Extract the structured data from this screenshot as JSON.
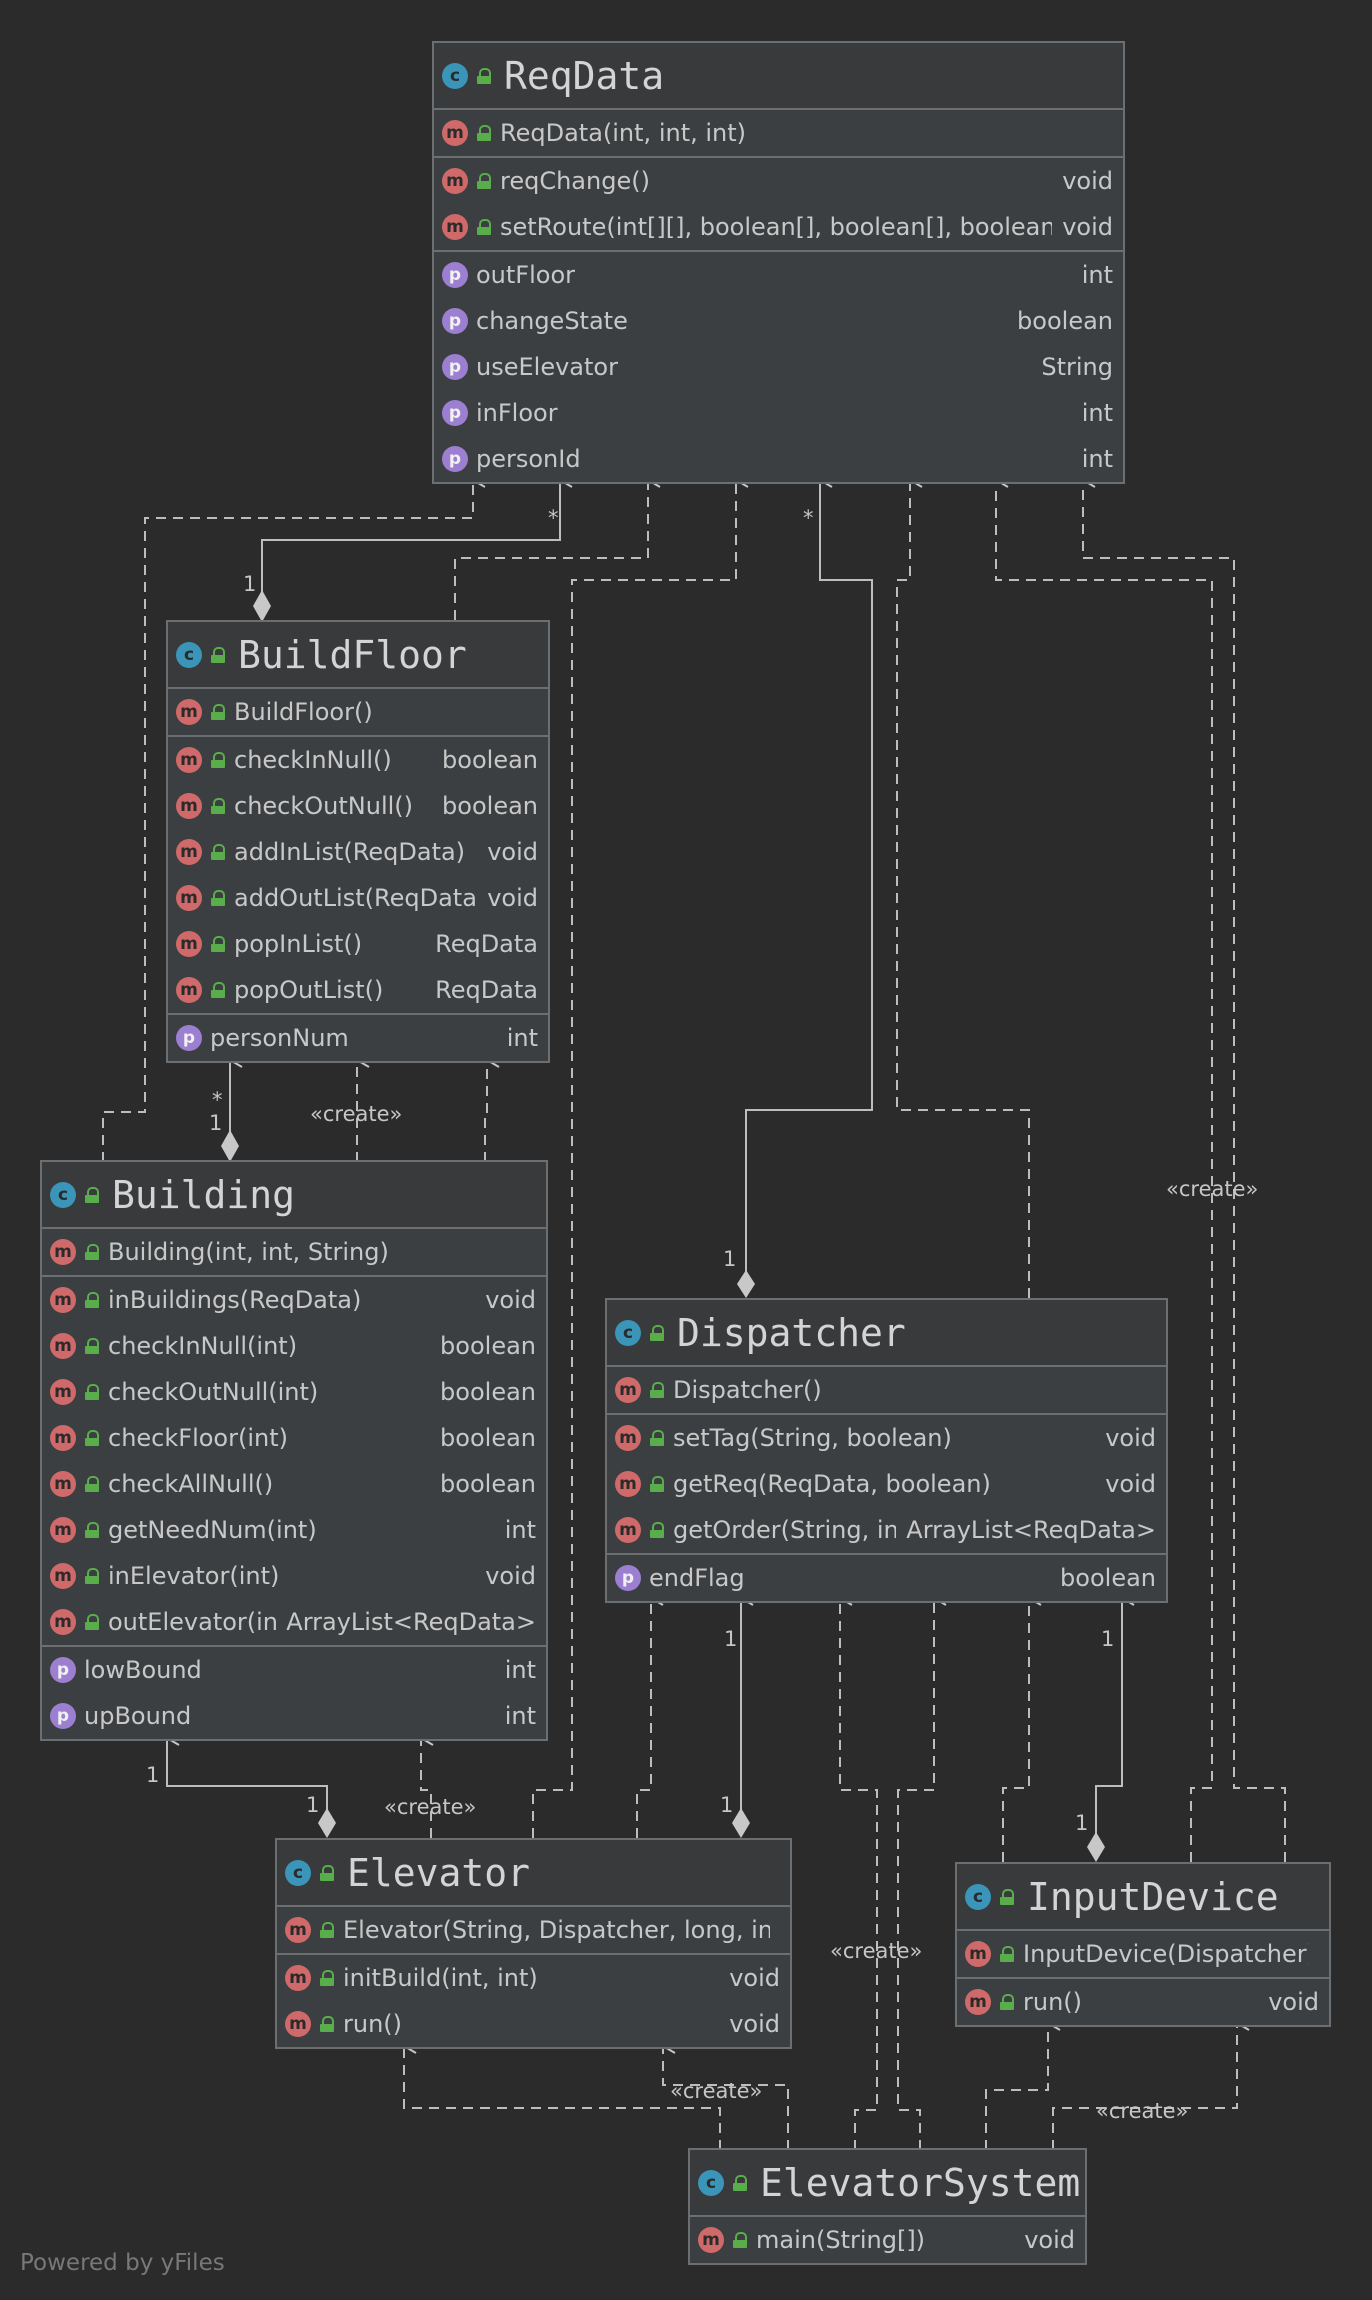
{
  "classes": {
    "reqdata": {
      "name": "ReqData",
      "constructors": [
        {
          "label": "ReqData(int, int, int)",
          "type": ""
        }
      ],
      "methods": [
        {
          "label": "reqChange()",
          "type": "void"
        },
        {
          "label": "setRoute(int[][], boolean[], boolean[], boolean[])",
          "type": "void"
        }
      ],
      "properties": [
        {
          "label": "outFloor",
          "type": "int"
        },
        {
          "label": "changeState",
          "type": "boolean"
        },
        {
          "label": "useElevator",
          "type": "String"
        },
        {
          "label": "inFloor",
          "type": "int"
        },
        {
          "label": "personId",
          "type": "int"
        }
      ]
    },
    "buildfloor": {
      "name": "BuildFloor",
      "constructors": [
        {
          "label": "BuildFloor()",
          "type": ""
        }
      ],
      "methods": [
        {
          "label": "checkInNull()",
          "type": "boolean"
        },
        {
          "label": "checkOutNull()",
          "type": "boolean"
        },
        {
          "label": "addInList(ReqData)",
          "type": "void"
        },
        {
          "label": "addOutList(ReqData)",
          "type": "void"
        },
        {
          "label": "popInList()",
          "type": "ReqData"
        },
        {
          "label": "popOutList()",
          "type": "ReqData"
        }
      ],
      "properties": [
        {
          "label": "personNum",
          "type": "int"
        }
      ]
    },
    "building": {
      "name": "Building",
      "constructors": [
        {
          "label": "Building(int, int, String)",
          "type": ""
        }
      ],
      "methods": [
        {
          "label": "inBuildings(ReqData)",
          "type": "void"
        },
        {
          "label": "checkInNull(int)",
          "type": "boolean"
        },
        {
          "label": "checkOutNull(int)",
          "type": "boolean"
        },
        {
          "label": "checkFloor(int)",
          "type": "boolean"
        },
        {
          "label": "checkAllNull()",
          "type": "boolean"
        },
        {
          "label": "getNeedNum(int)",
          "type": "int"
        },
        {
          "label": "inElevator(int)",
          "type": "void"
        },
        {
          "label": "outElevator(int)",
          "type": "ArrayList<ReqData>"
        }
      ],
      "properties": [
        {
          "label": "lowBound",
          "type": "int"
        },
        {
          "label": "upBound",
          "type": "int"
        }
      ]
    },
    "dispatcher": {
      "name": "Dispatcher",
      "constructors": [
        {
          "label": "Dispatcher()",
          "type": ""
        }
      ],
      "methods": [
        {
          "label": "setTag(String, boolean)",
          "type": "void"
        },
        {
          "label": "getReq(ReqData, boolean)",
          "type": "void"
        },
        {
          "label": "getOrder(String, int)",
          "type": "ArrayList<ReqData>"
        }
      ],
      "properties": [
        {
          "label": "endFlag",
          "type": "boolean"
        }
      ]
    },
    "elevator": {
      "name": "Elevator",
      "constructors": [
        {
          "label": "Elevator(String, Dispatcher, long, int)",
          "type": ""
        }
      ],
      "methods": [
        {
          "label": "initBuild(int, int)",
          "type": "void"
        },
        {
          "label": "run()",
          "type": "void"
        }
      ],
      "properties": []
    },
    "inputdevice": {
      "name": "InputDevice",
      "constructors": [
        {
          "label": "InputDevice(Dispatcher)",
          "type": ""
        }
      ],
      "methods": [
        {
          "label": "run()",
          "type": "void"
        }
      ],
      "properties": []
    },
    "elevatorsystem": {
      "name": "ElevatorSystem",
      "constructors": [],
      "methods": [
        {
          "label": "main(String[])",
          "type": "void"
        }
      ],
      "properties": []
    }
  },
  "edge_labels": {
    "create": "«create»",
    "many": "*",
    "one": "1"
  },
  "badges": {
    "class": "c",
    "method": "m",
    "property": "p"
  },
  "footer": "Powered by yFiles"
}
